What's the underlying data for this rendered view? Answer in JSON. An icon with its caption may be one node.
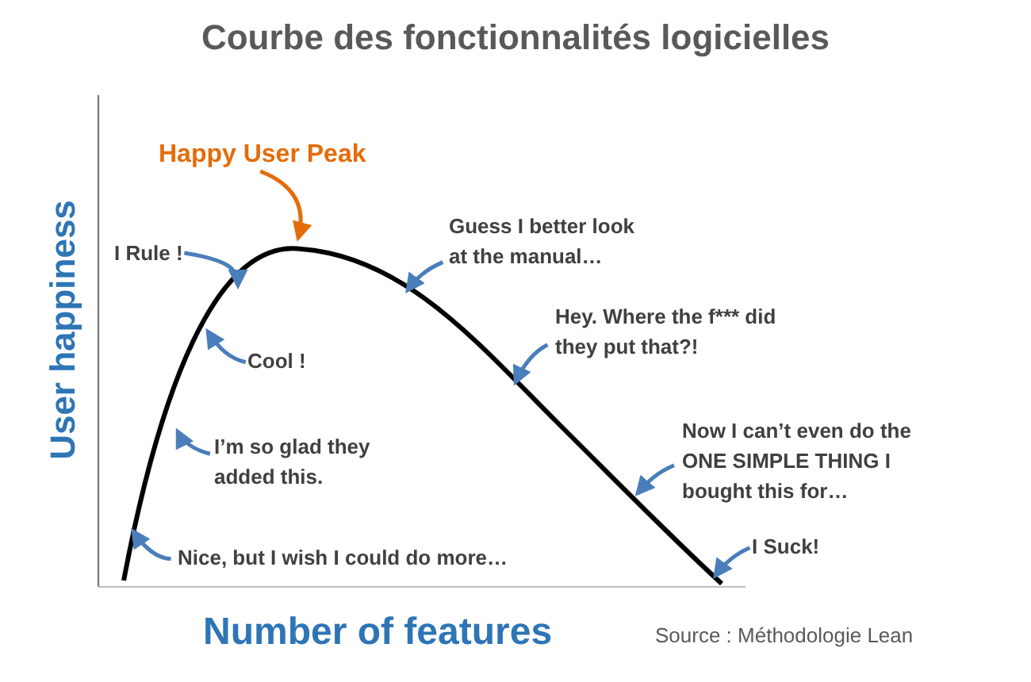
{
  "diagram": {
    "title": "Courbe des fonctionnalités logicielles",
    "nodes": [
      {
        "text": [
          "Happy User Peak"
        ]
      },
      {
        "text": [
          "I Rule !"
        ]
      },
      {
        "text": [
          "Guess I better look at the manual…"
        ]
      },
      {
        "text": [
          "Cool !"
        ]
      },
      {
        "text": [
          "Hey. Where the f*** did they put that?!"
        ]
      },
      {
        "text": [
          "I’m so glad they added this."
        ]
      },
      {
        "text": [
          "Now I can’t even do the ONE SIMPLE THING I bought this for…"
        ]
      },
      {
        "text": [
          "Nice, but I wish I could do more…"
        ]
      },
      {
        "text": [
          "I Suck!"
        ]
      }
    ],
    "edges": [
      {
        "from": 0,
        "to": null,
        "arrow": "to",
        "color": "#e46c0a"
      },
      {
        "from": 1,
        "to": null,
        "arrow": "to"
      },
      {
        "from": 2,
        "to": null,
        "arrow": "to"
      },
      {
        "from": 3,
        "to": null,
        "arrow": "to"
      },
      {
        "from": 4,
        "to": null,
        "arrow": "to"
      },
      {
        "from": 5,
        "to": null,
        "arrow": "to"
      },
      {
        "from": 6,
        "to": null,
        "arrow": "to"
      },
      {
        "from": 7,
        "to": null,
        "arrow": "to"
      },
      {
        "from": 8,
        "to": null,
        "arrow": "to"
      }
    ],
    "labels": [
      "User happiness",
      "Number of features",
      "Source : Méthodologie Lean"
    ]
  }
}
